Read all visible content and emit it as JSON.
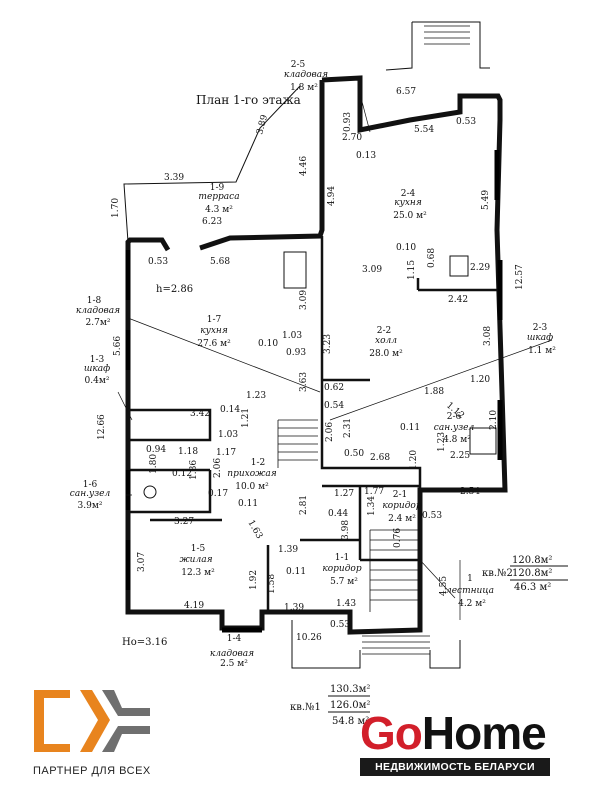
{
  "plan_title": "План 1-го этажа",
  "rooms": {
    "r2_5": {
      "num": "2-5",
      "name": "кладовая",
      "area": "1.8 м²"
    },
    "r1_9": {
      "num": "1-9",
      "name": "терраса",
      "area": "4.3 м²"
    },
    "r2_4": {
      "num": "2-4",
      "name": "кухня",
      "area": "25.0 м²"
    },
    "r1_8": {
      "num": "1-8",
      "name": "кладовая",
      "area": "2.7м²"
    },
    "r1_7": {
      "num": "1-7",
      "name": "кухня",
      "area": "27.6 м²"
    },
    "r2_2": {
      "num": "2-2",
      "name": "холл",
      "area": "28.0 м²"
    },
    "r2_3": {
      "num": "2-3",
      "name": "шкаф",
      "area": "1.1 м²"
    },
    "r1_3": {
      "num": "1-3",
      "name": "шкаф",
      "area": "0.4м²"
    },
    "r2_6": {
      "num": "2-6",
      "name": "сан.узел",
      "area": "4.8 м²"
    },
    "r1_2": {
      "num": "1-2",
      "name": "прихожая",
      "area": "10.0 м²"
    },
    "r1_6": {
      "num": "1-6",
      "name": "сан.узел",
      "area": "3.9м²"
    },
    "r2_1": {
      "num": "2-1",
      "name": "коридор",
      "area": "2.4 м²"
    },
    "r1_5": {
      "num": "1-5",
      "name": "жилая",
      "area": "12.3 м²"
    },
    "r1_1": {
      "num": "1-1",
      "name": "коридор",
      "area": "5.7 м²"
    },
    "r1": {
      "num": "1",
      "name": "лестница",
      "area": "4.2 м²"
    },
    "r1_4": {
      "num": "1-4",
      "name": "кладовая",
      "area": "2.5 м²"
    }
  },
  "height_label": "h=2.86",
  "ho_label": "Ho=3.16",
  "apartments": {
    "kv1": {
      "label": "кв.№1",
      "total": "130.3м²",
      "living_total": "126.0м²",
      "living": "54.8 м²"
    },
    "kv2": {
      "label": "кв.№2",
      "total": "120.8м²",
      "living_total": "120.8м²",
      "living": "46.3 м²"
    }
  },
  "dims": {
    "d6_57": "6.57",
    "d5_54": "5.54",
    "d0_53a": "0.53",
    "d0_93a": "0.93",
    "d2_70": "2.70",
    "d0_13": "0.13",
    "d3_89": "3.89",
    "d3_39": "3.39",
    "d1_70": "1.70",
    "d4_46": "4.46",
    "d6_23": "6.23",
    "d4_94": "4.94",
    "d5_49": "5.49",
    "d0_53b": "0.53",
    "d5_68": "5.68",
    "d0_10a": "0.10",
    "d3_09a": "3.09",
    "d1_15": "1.15",
    "d0_68": "0.68",
    "d2_29": "2.29",
    "d2_42": "2.42",
    "d12_57": "12.57",
    "d3_09b": "3.09",
    "d5_66": "5.66",
    "d1_03a": "1.03",
    "d0_10b": "0.10",
    "d0_93b": "0.93",
    "d3_23": "3.23",
    "d3_08": "3.08",
    "d3_63": "3.63",
    "d0_62": "0.62",
    "d1_88": "1.88",
    "d1_20a": "1.20",
    "d0_54": "0.54",
    "d1_23a": "1.23",
    "d3_42": "3.42",
    "d0_14": "0.14",
    "d1_21": "1.21",
    "d1_12": "1.12",
    "d12_66": "12.66",
    "d1_03b": "1.03",
    "d2_06a": "2.06",
    "d2_31": "2.31",
    "d0_11a": "0.11",
    "d2_10": "2.10",
    "d0_94": "0.94",
    "d1_18": "1.18",
    "d1_17": "1.17",
    "d1_23b": "1.23",
    "d2_25": "2.25",
    "d0_50": "0.50",
    "d2_68": "2.68",
    "d1_20b": "1.20",
    "d1_80": "1.80",
    "d0_12": "0.12",
    "d1_86": "1.86",
    "d2_06b": "2.06",
    "d0_17": "0.17",
    "d1_27": "1.27",
    "d1_77": "1.77",
    "d2_54": "2.54",
    "d0_11b": "0.11",
    "d2_81": "2.81",
    "d1_34": "1.34",
    "d0_44": "0.44",
    "d0_53c": "0.53",
    "d3_27": "3.27",
    "d1_63": "1.63",
    "d3_98": "3.98",
    "d1_39a": "1.39",
    "d0_11c": "0.11",
    "d0_76": "0.76",
    "d3_07": "3.07",
    "d1_92": "1.92",
    "d1_58": "1.58",
    "d4_55": "4.55",
    "d4_19": "4.19",
    "d1_39b": "1.39",
    "d1_43": "1.43",
    "d0_53d": "0.53",
    "d10_26": "10.26"
  },
  "partner_caption": "ПАРТНЕР ДЛЯ ВСЕХ",
  "brand": {
    "go": "Go",
    "home": "Home",
    "tagline": "НЕДВИЖИМОСТЬ БЕЛАРУСИ",
    "accent": "#d21f2a",
    "logo_orange": "#e8841e",
    "logo_gray": "#6f6f6f"
  }
}
